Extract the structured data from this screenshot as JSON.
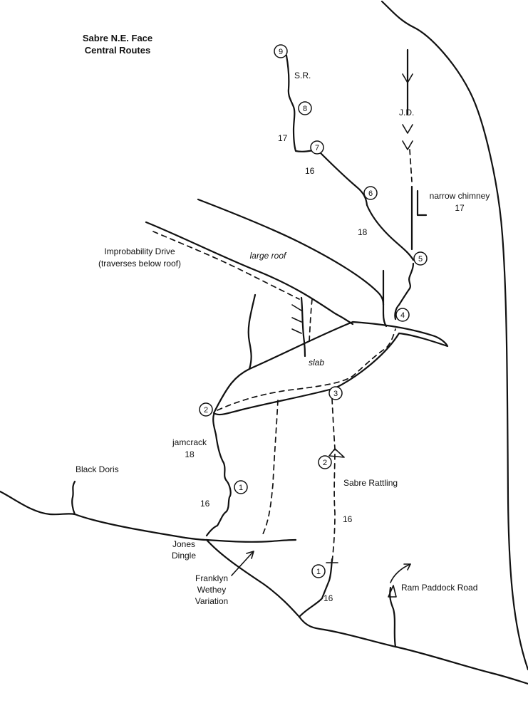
{
  "title": {
    "line1": "Sabre N.E. Face",
    "line2": "Central Routes"
  },
  "routes": {
    "sr": "S.R.",
    "jd": "J.D.",
    "narrow_chimney": "narrow chimney",
    "narrow_chimney_grade": "17",
    "improbability_drive": "Improbability Drive",
    "improbability_note": "(traverses below roof)",
    "jamcrack": "jamcrack",
    "jamcrack_grade": "18",
    "black_doris": "Black Doris",
    "sabre_rattling": "Sabre Rattling",
    "jones_dingle_1": "Jones",
    "jones_dingle_2": "Dingle",
    "franklyn_1": "Franklyn",
    "franklyn_2": "Wethey",
    "franklyn_3": "Variation",
    "ram_paddock_road": "Ram Paddock Road"
  },
  "features": {
    "large_roof": "large roof",
    "slab": "slab"
  },
  "grades": {
    "g_17_upper": "17",
    "g_16_upper": "16",
    "g_18_upper": "18",
    "g_16_left": "16",
    "g_16_right": "16",
    "g_16_bottom": "16"
  },
  "pitch_numbers": {
    "p9": "9",
    "p8": "8",
    "p7": "7",
    "p6": "6",
    "p5": "5",
    "p4": "4",
    "p3": "3",
    "p2_left": "2",
    "p2_right": "2",
    "p1_left": "1",
    "p1_right": "1"
  }
}
